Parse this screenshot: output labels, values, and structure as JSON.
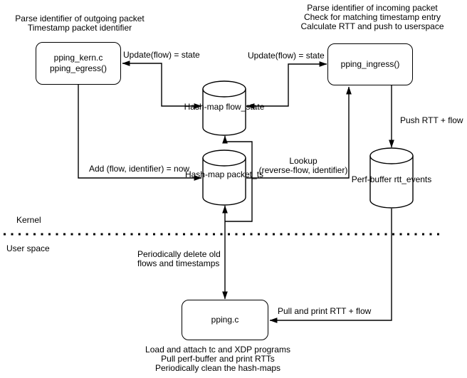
{
  "colors": {
    "stroke": "#000000",
    "node_fill": "#ffffff",
    "text": "#000000"
  },
  "regions": {
    "kernel_label": "Kernel",
    "user_space_label": "User space"
  },
  "nodes": {
    "egress": {
      "line1": "pping_kern.c",
      "line2": "pping_egress()"
    },
    "ingress": {
      "label": "pping_ingress()"
    },
    "flow_state": {
      "line1": "Hash-map",
      "line2": "flow_state"
    },
    "packet_ts": {
      "line1": "Hash-map",
      "line2": "packet_ts"
    },
    "rtt_events": {
      "line1": "Perf-buffer",
      "line2": "rtt_events"
    },
    "pping": {
      "label": "pping.c"
    }
  },
  "notes": {
    "egress": [
      "Parse identifier of outgoing packet",
      "Timestamp packet identifier"
    ],
    "ingress": [
      "Parse identifier of incoming packet",
      "Check for matching timestamp entry",
      "Calculate RTT and push to userspace"
    ],
    "pping": [
      "Load and attach tc and XDP programs",
      "Pull perf-buffer and print RTTs",
      "Periodically clean the hash-maps"
    ]
  },
  "edges": {
    "update_egress": "Update(flow) = state",
    "update_ingress": "Update(flow) = state",
    "add": "Add (flow, identifier) = now",
    "lookup": [
      "Lookup",
      "(reverse-flow, identifier)"
    ],
    "push": "Push RTT + flow",
    "pull": "Pull and print RTT + flow",
    "delete": [
      "Periodically delete old",
      "flows and timestamps"
    ]
  }
}
